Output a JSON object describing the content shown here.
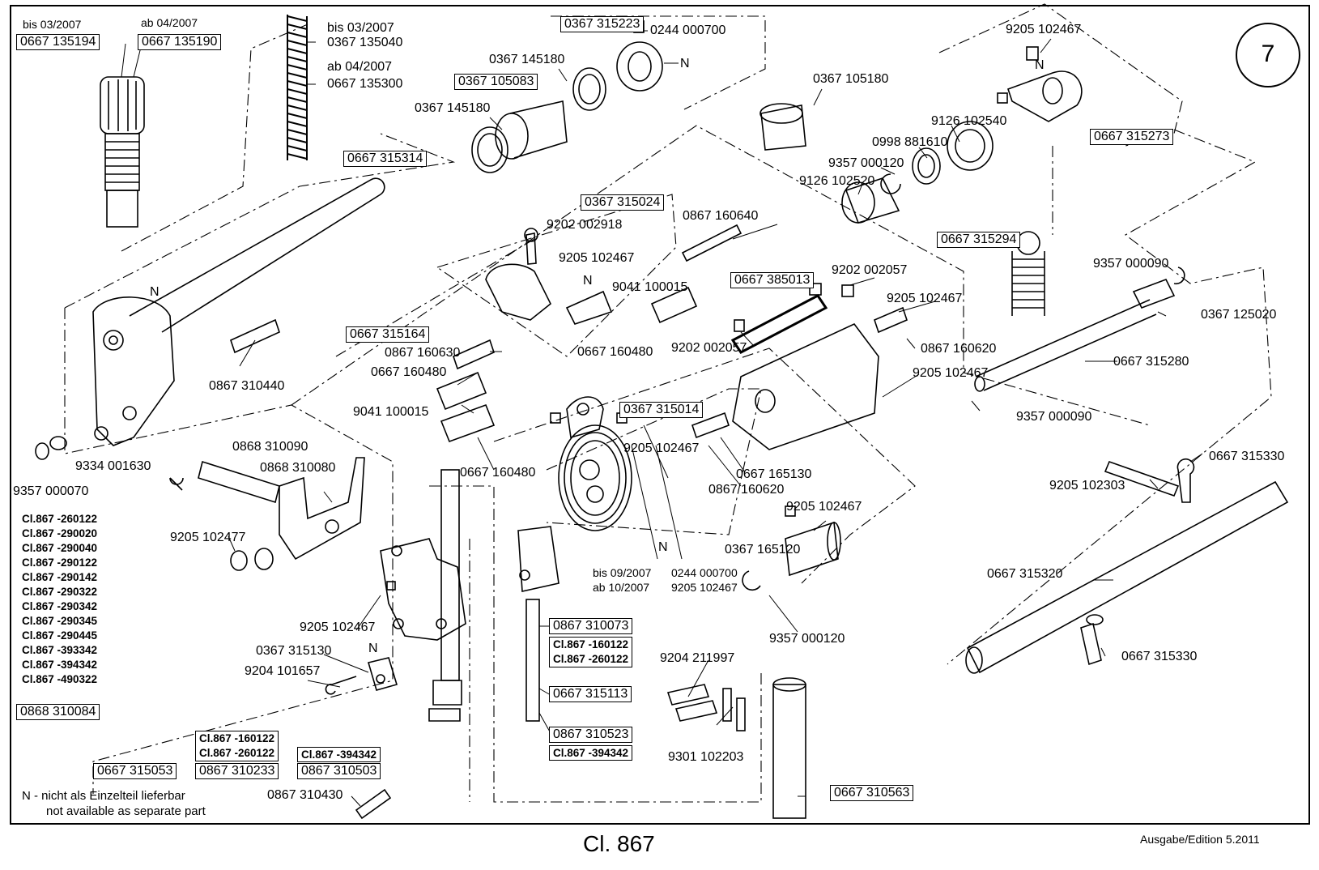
{
  "page_number": "7",
  "footer": {
    "title": "Cl. 867",
    "edition": "Ausgabe/Edition   5.2011"
  },
  "note": {
    "line1": "N - nicht als Einzelteil lieferbar",
    "line2": "not available as separate part"
  },
  "date_notes": {
    "bis_0307_a": "bis 03/2007",
    "ab_0407_a": "ab 04/2007",
    "bis_0307_b": "bis 03/2007",
    "ab_0407_b": "ab 04/2007",
    "bis_0907": "bis  09/2007",
    "ab_1007": "ab   10/2007"
  },
  "n_marks": {
    "label": "N"
  },
  "class_list": [
    "Cl.867 -260122",
    "Cl.867 -290020",
    "Cl.867 -290040",
    "Cl.867 -290122",
    "Cl.867 -290142",
    "Cl.867 -290322",
    "Cl.867 -290342",
    "Cl.867 -290345",
    "Cl.867 -290445",
    "Cl.867 -393342",
    "Cl.867 -394342",
    "Cl.867 -490322"
  ],
  "boxed": {
    "b135194": "0667 135194",
    "b135190": "0667 135190",
    "b315223": "0367 315223",
    "b105083": "0367 105083",
    "b315314": "0667 315314",
    "b315024": "0367 315024",
    "b385013": "0667 385013",
    "b315164": "0667 315164",
    "b315014": "0367 315014",
    "b315273": "0667 315273",
    "b315294": "0667 315294",
    "b310073": "0867 310073",
    "b315113": "0667 315113",
    "b310523": "0867 310523",
    "b315053": "0667 315053",
    "b310233": "0867 310233",
    "b310503": "0867 310503",
    "b310563": "0667 310563",
    "b310084": "0868 310084",
    "cl_160122_a": "Cl.867 -160122",
    "cl_260122_a": "Cl.867 -260122",
    "cl_160122_b": "Cl.867 -160122",
    "cl_260122_b": "Cl.867 -260122",
    "cl_394342_a": "Cl.867 -394342",
    "cl_394342_b": "Cl.867 -394342"
  },
  "labels": {
    "l135040": "0367 135040",
    "l135300": "0667 135300",
    "l000700": "0244 000700",
    "l145180a": "0367 145180",
    "l145180b": "0367 145180",
    "l105180": "0367 105180",
    "l102467_top": "9205 102467",
    "l102540": "9126 102540",
    "l881610": "0998 881610",
    "l000120_top": "9357 000120",
    "l102520": "9126 102520",
    "l002918": "9202 002918",
    "l160640": "0867 160640",
    "l102467_a": "9205 102467",
    "l100015_a": "9041 100015",
    "l002057_a": "9202 002057",
    "l102467_b": "9205 102467",
    "l000090_a": "9357 000090",
    "l125020": "0367 125020",
    "l160630": "0867 160630",
    "l160480_a": "0667 160480",
    "l160480_b": "0667 160480",
    "l002057_b": "9202 002057",
    "l160620_a": "0867 160620",
    "l315280": "0667 315280",
    "l102467_c": "9205 102467",
    "l310440": "0867 310440",
    "l100015_b": "9041 100015",
    "l000090_b": "9357 000090",
    "l102467_d": "9205 102467",
    "l160480_c": "0667 160480",
    "l165130": "0667 165130",
    "l160620_b": "0867 160620",
    "l315330_a": "0667 315330",
    "l102303": "9205 102303",
    "l001630": "9334 001630",
    "l000070": "9357 000070",
    "l310090": "0868 310090",
    "l310080": "0868 310080",
    "l102477": "9205 102477",
    "l102467_e": "9205 102467",
    "l165120": "0367 165120",
    "l315320": "0667 315320",
    "l000700_b": "0244 000700",
    "l102467_f": "9205 102467",
    "l102467_g": "9205 102467",
    "l315130": "0367 315130",
    "l101657": "9204 101657",
    "l000120_b": "9357 000120",
    "l211997": "9204 211997",
    "l315330_b": "0667 315330",
    "l102203": "9301 102203",
    "l310430": "0867 310430"
  }
}
